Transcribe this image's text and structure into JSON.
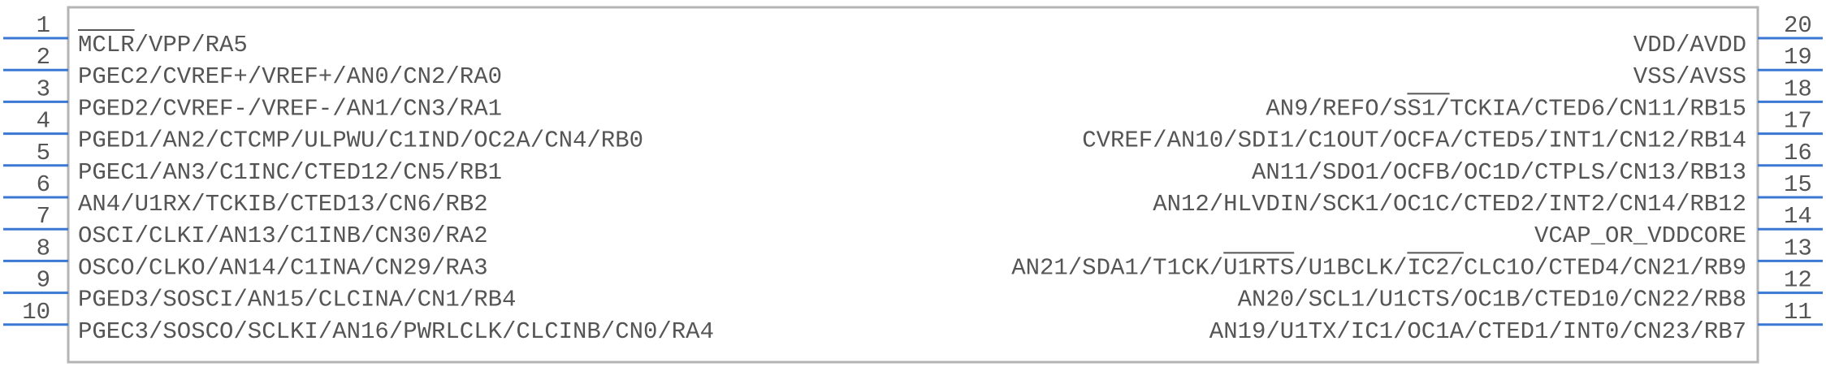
{
  "colors": {
    "pin_line": "#3b78d4",
    "body_outline": "#b4b4b4",
    "text": "#555555",
    "overline": "#555555"
  },
  "left_pins": [
    {
      "number": "1",
      "label": "MCLR/VPP/RA5"
    },
    {
      "number": "2",
      "label": "PGEC2/CVREF+/VREF+/AN0/CN2/RA0"
    },
    {
      "number": "3",
      "label": "PGED2/CVREF-/VREF-/AN1/CN3/RA1"
    },
    {
      "number": "4",
      "label": "PGED1/AN2/CTCMP/ULPWU/C1IND/OC2A/CN4/RB0"
    },
    {
      "number": "5",
      "label": "PGEC1/AN3/C1INC/CTED12/CN5/RB1"
    },
    {
      "number": "6",
      "label": "AN4/U1RX/TCKIB/CTED13/CN6/RB2"
    },
    {
      "number": "7",
      "label": "OSCI/CLKI/AN13/C1INB/CN30/RA2"
    },
    {
      "number": "8",
      "label": "OSCO/CLKO/AN14/C1INA/CN29/RA3"
    },
    {
      "number": "9",
      "label": "PGED3/SOSCI/AN15/CLCINA/CN1/RB4"
    },
    {
      "number": "10",
      "label": "PGEC3/SOSCO/SCLKI/AN16/PWRLCLK/CLCINB/CN0/RA4"
    }
  ],
  "right_pins": [
    {
      "number": "20",
      "label": "VDD/AVDD"
    },
    {
      "number": "19",
      "label": "VSS/AVSS"
    },
    {
      "number": "18",
      "label": "AN9/REFO/SS1/TCKIA/CTED6/CN11/RB15"
    },
    {
      "number": "17",
      "label": "CVREF/AN10/SDI1/C1OUT/OCFA/CTED5/INT1/CN12/RB14"
    },
    {
      "number": "16",
      "label": "AN11/SDO1/OCFB/OC1D/CTPLS/CN13/RB13"
    },
    {
      "number": "15",
      "label": "AN12/HLVDIN/SCK1/OC1C/CTED2/INT2/CN14/RB12"
    },
    {
      "number": "14",
      "label": "VCAP_OR_VDDCORE"
    },
    {
      "number": "13",
      "label": "AN21/SDA1/T1CK/U1RTS/U1BCLK/IC2/CLC1O/CTED4/CN21/RB9"
    },
    {
      "number": "12",
      "label": "AN20/SCL1/U1CTS/OC1B/CTED10/CN22/RB8"
    },
    {
      "number": "11",
      "label": "AN19/U1TX/IC1/OC1A/CTED1/INT0/CN23/RB7"
    }
  ]
}
